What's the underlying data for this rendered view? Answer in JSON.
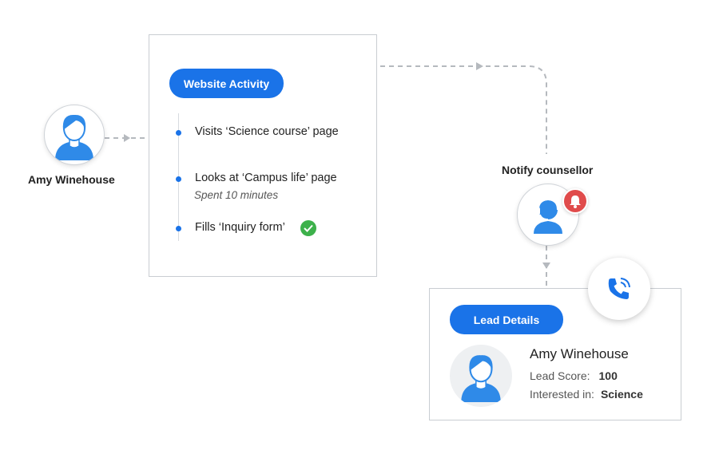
{
  "lead_person": {
    "name": "Amy Winehouse",
    "icon": "user-avatar-icon"
  },
  "website_activity": {
    "title": "Website Activity",
    "items": [
      {
        "text": "Visits ‘Science course’ page"
      },
      {
        "text": "Looks at ‘Campus life’ page",
        "sub": "Spent 10 minutes"
      },
      {
        "text": "Fills ‘Inquiry form’",
        "icon": "check-icon"
      }
    ]
  },
  "notify": {
    "label": "Notify counsellor",
    "icon": "counsellor-headset-icon",
    "badge_icon": "bell-icon"
  },
  "lead_details": {
    "title": "Lead Details",
    "name": "Amy Winehouse",
    "score_label": "Lead Score:",
    "score_value": "100",
    "interest_label": "Interested in:",
    "interest_value": "Science",
    "call_icon": "phone-call-icon"
  },
  "colors": {
    "accent": "#1a73e8",
    "check": "#3db14b",
    "bell": "#e04b4b",
    "connector": "#b5b9be"
  }
}
